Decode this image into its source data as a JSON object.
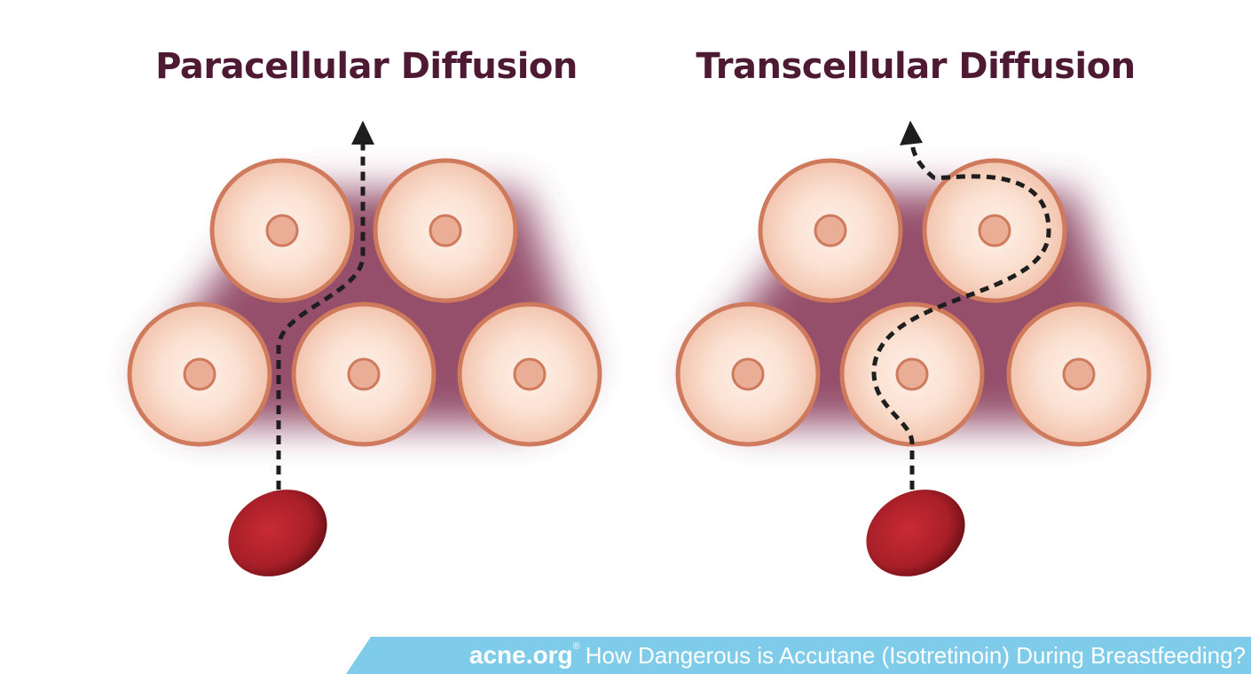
{
  "panels": [
    {
      "title": "Paracellular Diffusion",
      "path_type": "between-cells"
    },
    {
      "title": "Transcellular Diffusion",
      "path_type": "through-cells"
    }
  ],
  "footer": {
    "brand": "acne.org",
    "registered_mark": "®",
    "article_title": "How Dangerous is Accutane (Isotretinoin) During Breastfeeding?"
  },
  "colors": {
    "title": "#4e1a33",
    "tissue": "#8a3d5c",
    "cell_rim": "#cf7a5c",
    "cell_fill_center": "#fdf0e8",
    "cell_fill_edge": "#f2c4ae",
    "nucleus": "#e9ae95",
    "molecule": "#b3232b",
    "path": "#1e1e1e",
    "banner": "#7fcbea",
    "banner_text": "#ffffff"
  }
}
